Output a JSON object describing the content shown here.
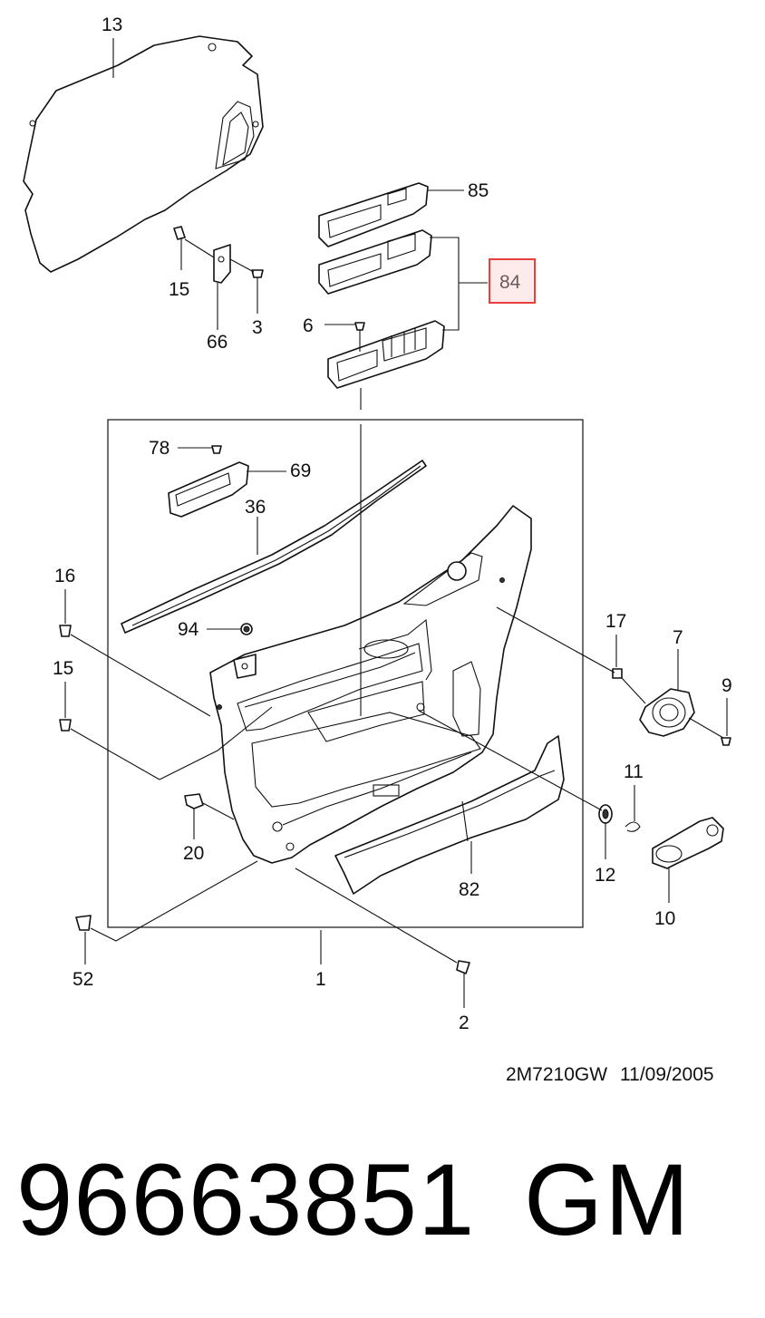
{
  "diagram": {
    "callouts": [
      {
        "id": "13",
        "label": "13"
      },
      {
        "id": "85",
        "label": "85"
      },
      {
        "id": "84",
        "label": "84",
        "highlighted": true
      },
      {
        "id": "15a",
        "label": "15"
      },
      {
        "id": "3",
        "label": "3"
      },
      {
        "id": "66",
        "label": "66"
      },
      {
        "id": "6",
        "label": "6"
      },
      {
        "id": "78",
        "label": "78"
      },
      {
        "id": "69",
        "label": "69"
      },
      {
        "id": "36",
        "label": "36"
      },
      {
        "id": "16",
        "label": "16"
      },
      {
        "id": "94",
        "label": "94"
      },
      {
        "id": "15b",
        "label": "15"
      },
      {
        "id": "17",
        "label": "17"
      },
      {
        "id": "7",
        "label": "7"
      },
      {
        "id": "9",
        "label": "9"
      },
      {
        "id": "11",
        "label": "11"
      },
      {
        "id": "20",
        "label": "20"
      },
      {
        "id": "12",
        "label": "12"
      },
      {
        "id": "82",
        "label": "82"
      },
      {
        "id": "10",
        "label": "10"
      },
      {
        "id": "52",
        "label": "52"
      },
      {
        "id": "1",
        "label": "1"
      },
      {
        "id": "2",
        "label": "2"
      }
    ],
    "highlight_color": "#e8403f"
  },
  "footer": {
    "code": "2M7210GW",
    "date": "11/09/2005"
  },
  "part_number": "96663851",
  "brand": "GM"
}
